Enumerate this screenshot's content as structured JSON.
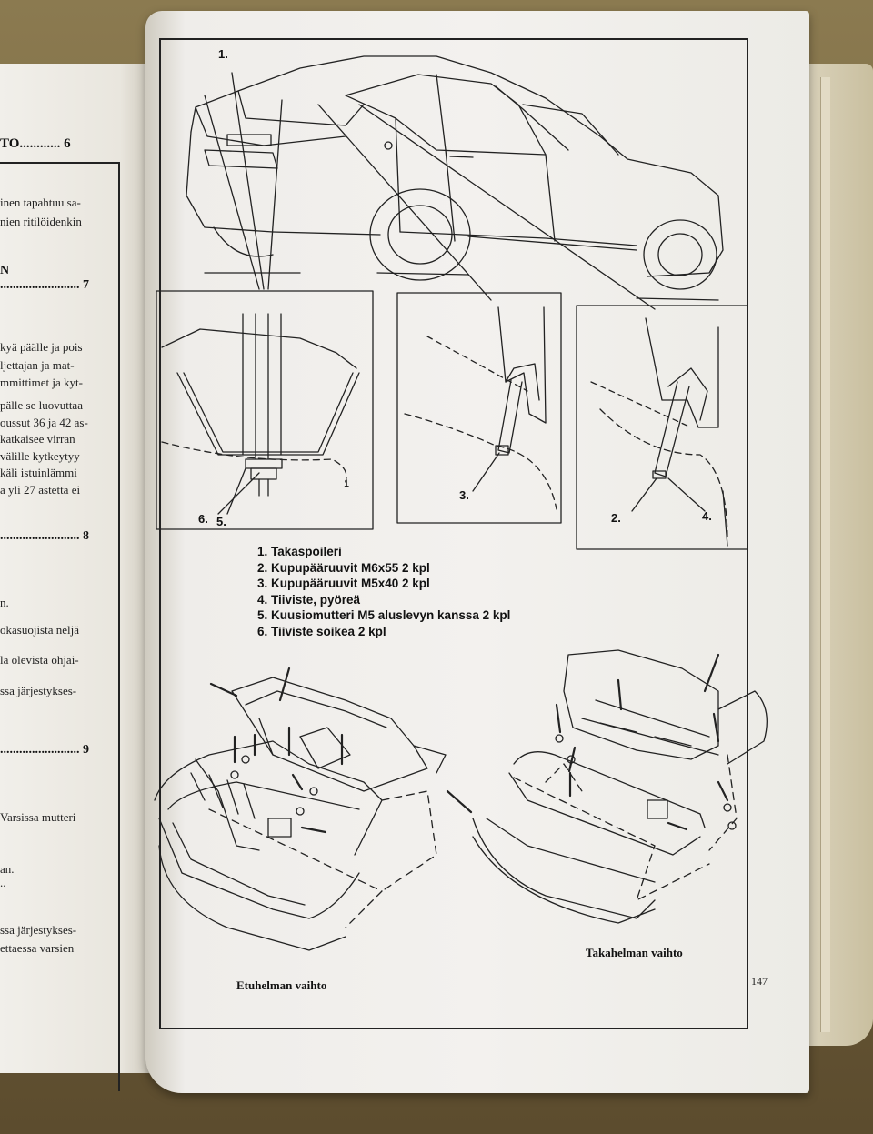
{
  "left_page": {
    "lines": [
      {
        "text": "TO............ 6",
        "bold": true
      },
      {
        "text": "inen tapahtuu sa-",
        "bold": false
      },
      {
        "text": "nien ritilöidenkin",
        "bold": false
      },
      {
        "text": "N",
        "bold": true
      },
      {
        "text": "......................... 7",
        "bold": true
      },
      {
        "text": "kyä päälle ja pois",
        "bold": false
      },
      {
        "text": "ljettajan ja mat-",
        "bold": false
      },
      {
        "text": "mmittimet ja kyt-",
        "bold": false
      },
      {
        "text": "pälle se luovuttaa",
        "bold": false
      },
      {
        "text": "oussut 36 ja 42 as-",
        "bold": false
      },
      {
        "text": "katkaisee virran",
        "bold": false
      },
      {
        "text": "välille kytkeytyy",
        "bold": false
      },
      {
        "text": "käli istuinlämmi",
        "bold": false
      },
      {
        "text": "a yli 27 astetta ei",
        "bold": false
      },
      {
        "text": "......................... 8",
        "bold": true
      },
      {
        "text": "n.",
        "bold": false
      },
      {
        "text": "okasuojista neljä",
        "bold": false
      },
      {
        "text": "la olevista ohjai-",
        "bold": false
      },
      {
        "text": "ssa järjestykses-",
        "bold": false
      },
      {
        "text": "......................... 9",
        "bold": true
      },
      {
        "text": "Varsissa mutteri",
        "bold": false
      },
      {
        "text": "an.",
        "bold": false
      },
      {
        "text": "..",
        "bold": false
      },
      {
        "text": "ssa järjestykses-",
        "bold": false
      },
      {
        "text": "ettaessa varsien",
        "bold": false
      }
    ]
  },
  "figure": {
    "callouts": {
      "top": "1.",
      "detail_left_a": "6.",
      "detail_left_b": "5.",
      "detail_left_c": "1",
      "detail_mid": "3.",
      "detail_right_a": "2.",
      "detail_right_b": "4."
    },
    "parts_list": [
      "1. Takaspoileri",
      "2. Kupupääruuvit M6x55 2 kpl",
      "3. Kupupääruuvit M5x40 2 kpl",
      "4. Tiiviste, pyöreä",
      "5. Kuusiomutteri M5 aluslevyn kanssa 2 kpl",
      "6. Tiiviste soikea 2 kpl"
    ],
    "caption_front": "Etuhelman vaihto",
    "caption_rear": "Takahelman vaihto"
  },
  "page_number": "147"
}
